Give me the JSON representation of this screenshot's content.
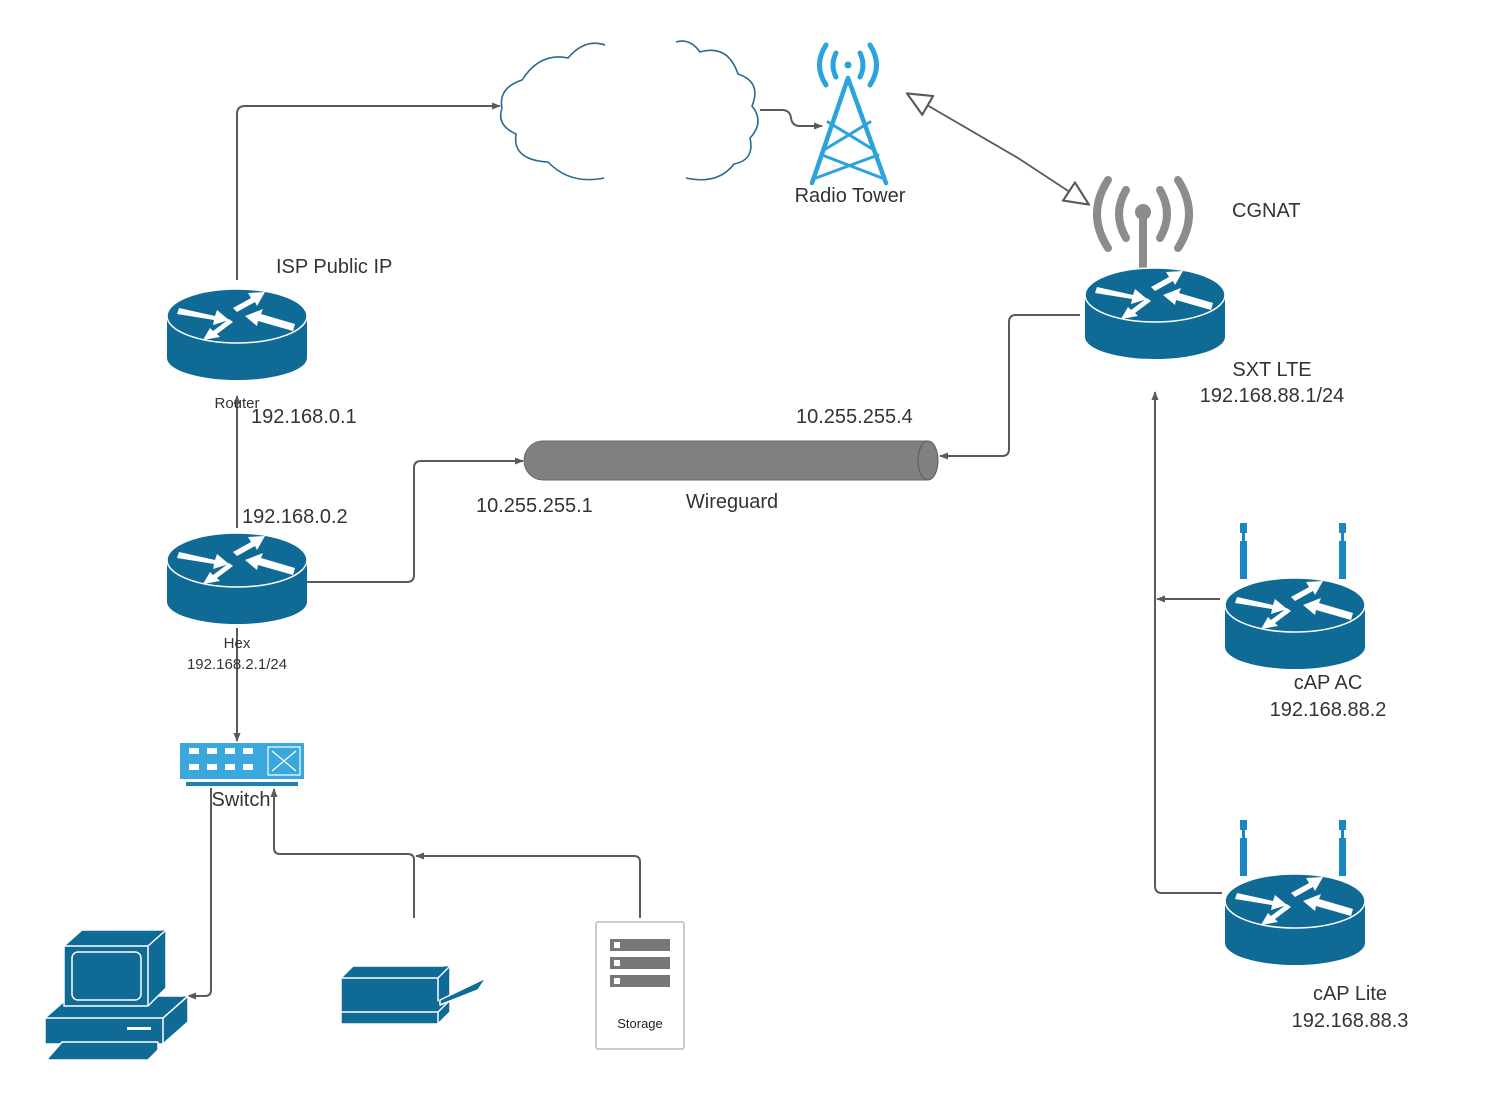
{
  "colors": {
    "device_blue": "#0f6a96",
    "device_blue_light": "#1b86c4",
    "tower_blue": "#2ba3dc",
    "switch_blue": "#3aa7dd",
    "connector": "#5a5a5a",
    "cloud_stroke": "#2b6a8a",
    "tunnel_gray": "#808080",
    "antenna_gray": "#8c8c8c",
    "text": "#333333"
  },
  "nodes": {
    "cloud": {
      "label": ""
    },
    "radio_tower": {
      "label": "Radio Tower",
      "icon": "radio-tower-icon"
    },
    "cgnat": {
      "label": "CGNAT"
    },
    "isp_router": {
      "label": "Router",
      "caption": "ISP Public IP",
      "ip": "192.168.0.1",
      "icon": "router-icon"
    },
    "hex": {
      "label": "Hex",
      "ip": "192.168.2.1/24",
      "uplink_ip": "192.168.0.2",
      "icon": "router-icon"
    },
    "switch": {
      "label": "Switch",
      "icon": "switch-icon"
    },
    "wireguard": {
      "label": "Wireguard",
      "left_ip": "10.255.255.1",
      "right_ip": "10.255.255.4",
      "icon": "tunnel-icon"
    },
    "sxt_lte": {
      "label": "SXT LTE",
      "ip": "192.168.88.1/24",
      "icon": "wireless-router-icon"
    },
    "cap_ac": {
      "label": "cAP AC",
      "ip": "192.168.88.2",
      "icon": "access-point-icon"
    },
    "cap_lite": {
      "label": "cAP Lite",
      "ip": "192.168.88.3",
      "icon": "access-point-icon"
    },
    "workstation": {
      "label": "",
      "icon": "workstation-icon"
    },
    "printer": {
      "label": "",
      "icon": "printer-icon"
    },
    "storage": {
      "label": "Storage",
      "icon": "storage-icon"
    }
  },
  "edges": [
    {
      "from": "isp_router",
      "to": "cloud"
    },
    {
      "from": "cloud",
      "to": "radio_tower"
    },
    {
      "from": "radio_tower",
      "to": "sxt_lte",
      "style": "wireless-bidirectional"
    },
    {
      "from": "hex",
      "to": "isp_router"
    },
    {
      "from": "hex",
      "to": "wireguard"
    },
    {
      "from": "sxt_lte",
      "to": "wireguard"
    },
    {
      "from": "hex",
      "to": "switch"
    },
    {
      "from": "switch",
      "to": "workstation"
    },
    {
      "from": "printer",
      "to": "switch"
    },
    {
      "from": "storage",
      "to": "switch"
    },
    {
      "from": "cap_ac",
      "to": "sxt_lte"
    },
    {
      "from": "cap_lite",
      "to": "sxt_lte"
    }
  ]
}
